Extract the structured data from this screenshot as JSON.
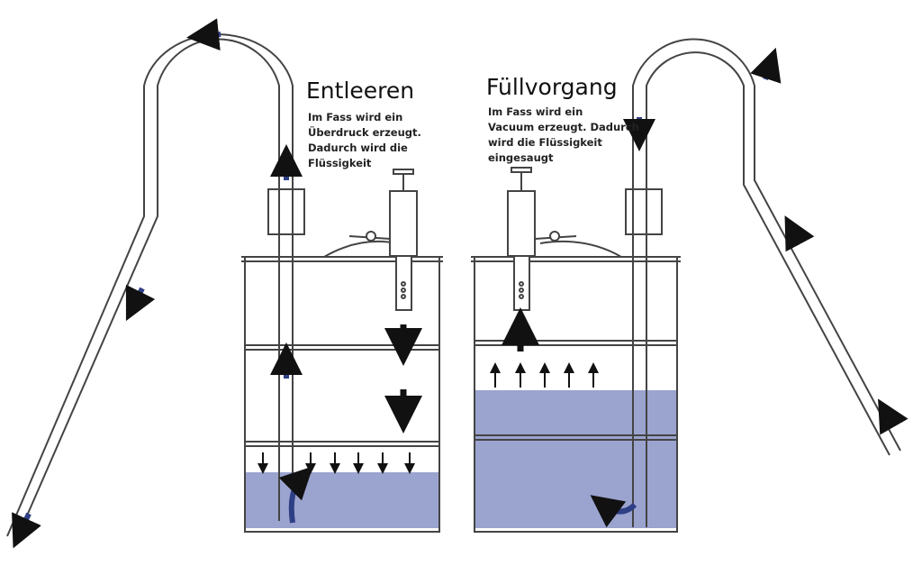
{
  "left_panel": {
    "title": "Entleeren",
    "lines": [
      "Im Fass wird ein",
      "Überdruck erzeugt.",
      "Dadurch wird die",
      "Flüssigkeit"
    ]
  },
  "right_panel": {
    "title": "Füllvorgang",
    "lines": [
      "Im Fass wird ein",
      "Vacuum erzeugt. Dadurch",
      "wird die Flüssigkeit",
      "eingesaugt"
    ]
  },
  "colors": {
    "liquid": "#9ba3cf",
    "flow_arrow": "#2f3f86",
    "pressure_arrow": "#111111"
  },
  "fill_levels": {
    "left_barrel_fraction": 0.2,
    "right_barrel_fraction": 0.5
  }
}
